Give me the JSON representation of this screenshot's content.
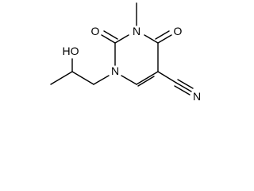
{
  "molecule": {
    "atoms": {
      "hydroxyl": "HO",
      "n1": "N",
      "n3": "N",
      "o2": "O",
      "o4": "O",
      "nitrile_n": "N"
    }
  }
}
